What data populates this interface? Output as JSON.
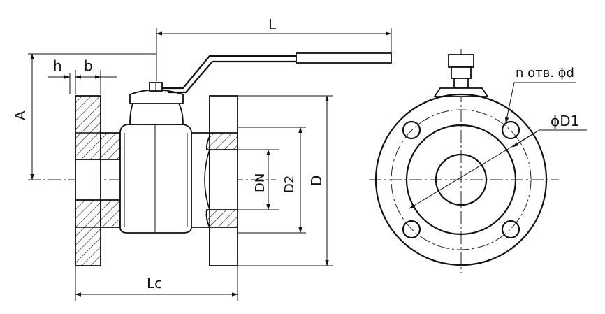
{
  "labels": {
    "L": "L",
    "h": "h",
    "b": "b",
    "A": "A",
    "DN": "DN",
    "D2": "D2",
    "D": "D",
    "Lc": "Lc",
    "holes": "n отв. ϕd",
    "D1": "ϕD1"
  }
}
